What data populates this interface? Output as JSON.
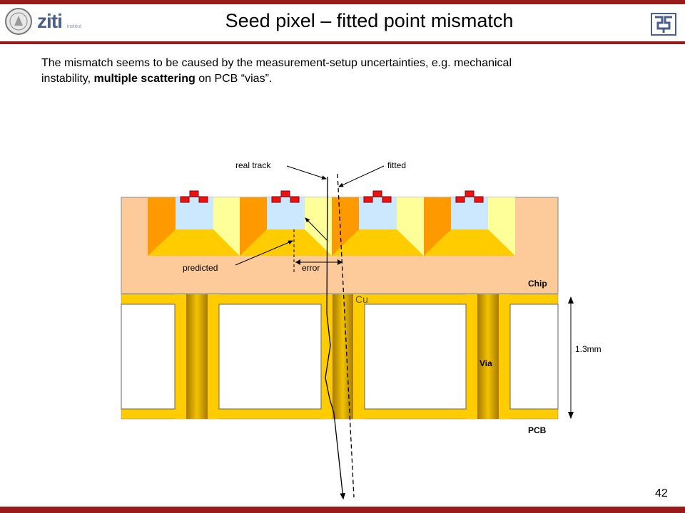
{
  "header": {
    "title": "Seed pixel – fitted point mismatch",
    "logo_text": "ziti",
    "logo_subtext": "institut"
  },
  "content": {
    "line1": "The mismatch seems to be caused by the measurement-setup uncertainties, e.g. mechanical",
    "line2_pre": "instability, ",
    "line2_bold": "multiple scattering",
    "line2_post": " on PCB “vias”."
  },
  "diagram": {
    "labels": {
      "real_track": "real track",
      "fitted": "fitted",
      "predicted": "predicted",
      "error": "error",
      "chip": "Chip",
      "cu": "Cu",
      "via": "Via",
      "thickness": "1.3mm",
      "pcb": "PCB"
    },
    "colors": {
      "chip": "#fdcb99",
      "sensor_orange": "#ff9900",
      "sensor_yellow": "#ffcc00",
      "sensor_lightyellow": "#ffff99",
      "sensor_blue": "#cce8ff",
      "pad_red": "#ee1111",
      "pcb_gold": "#ffcc00",
      "via_gold": "#d9a300",
      "accent_red": "#9a1a1a"
    }
  },
  "footer": {
    "page_number": "42"
  }
}
